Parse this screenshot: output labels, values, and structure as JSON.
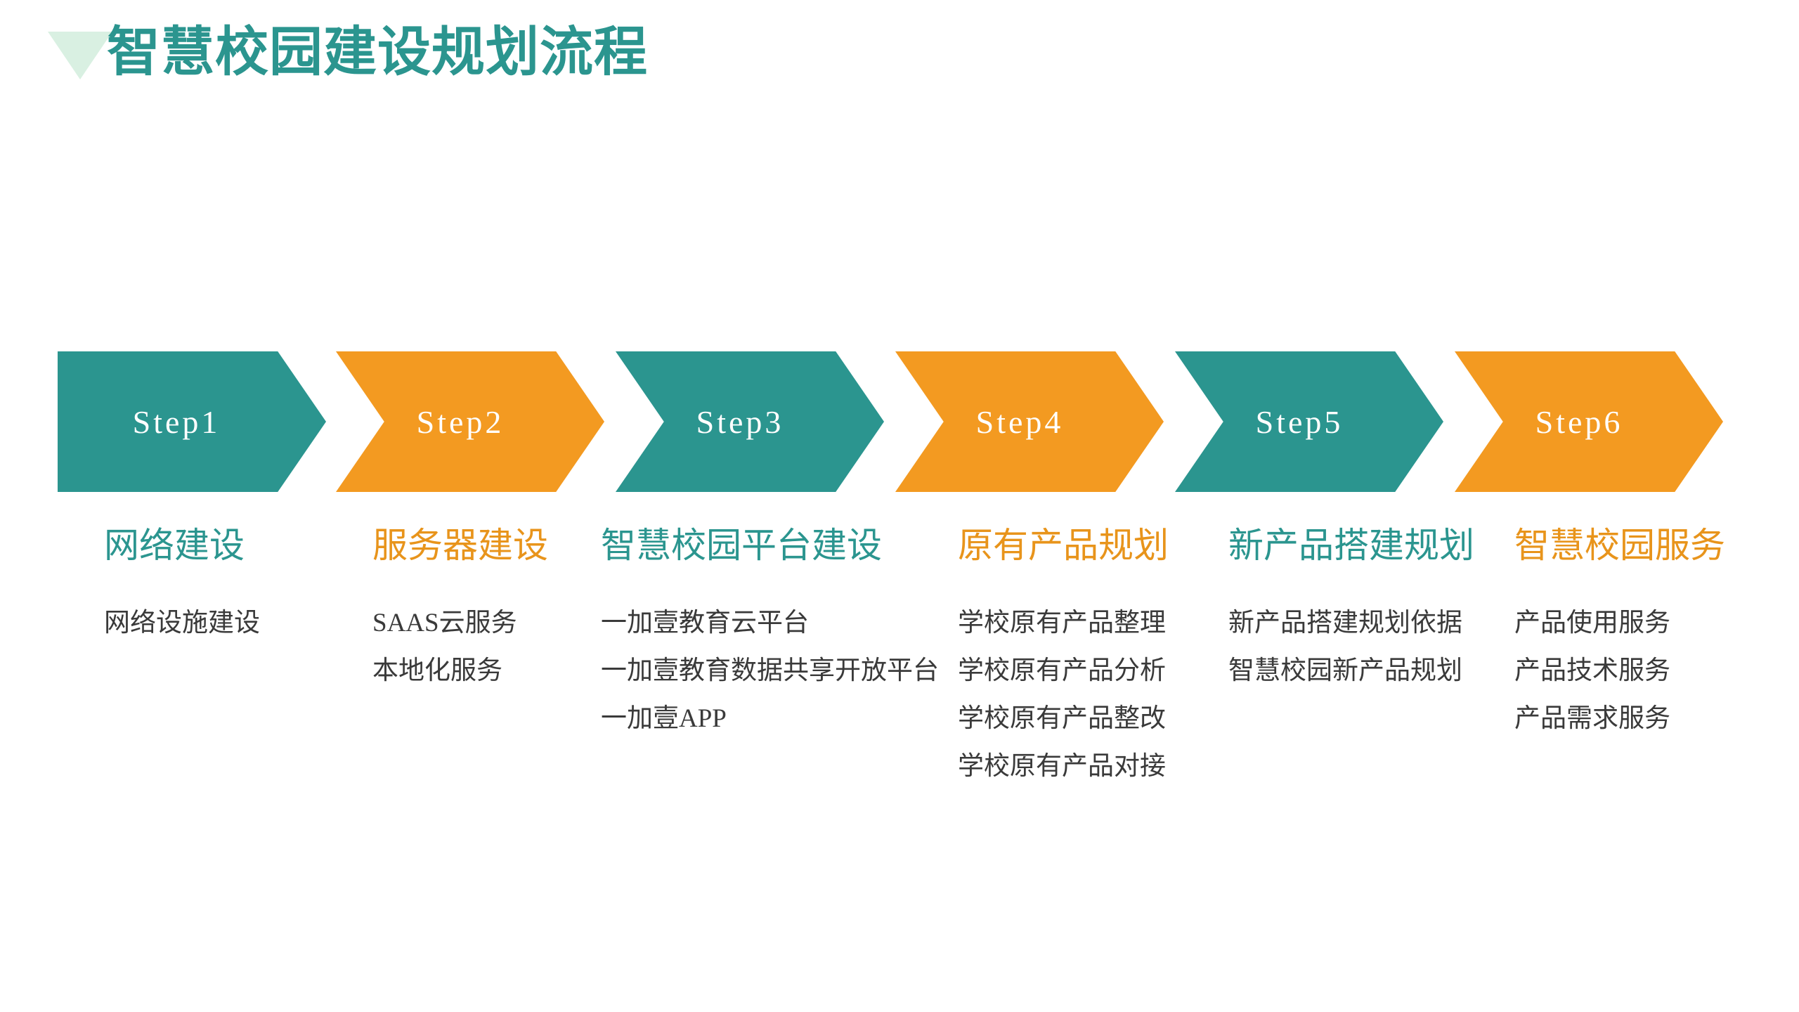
{
  "slide": {
    "title": "智慧校园建设规划流程",
    "background": "#ffffff"
  },
  "colors": {
    "teal": "#2B958F",
    "orange": "#F39A21",
    "heading_orange": "#E8941B",
    "triangle": "#d9f0e2",
    "body_text": "#3a3a3a",
    "chevron_label": "#ffffff"
  },
  "steps": [
    {
      "badge": "Step1",
      "badge_color": "#2B958F",
      "heading": "网络建设",
      "heading_color": "#2B958F",
      "items": [
        "网络设施建设"
      ]
    },
    {
      "badge": "Step2",
      "badge_color": "#F39A21",
      "heading": "服务器建设",
      "heading_color": "#E8941B",
      "items": [
        "SAAS云服务",
        "本地化服务"
      ]
    },
    {
      "badge": "Step3",
      "badge_color": "#2B958F",
      "heading": "智慧校园平台建设",
      "heading_color": "#2B958F",
      "items": [
        "一加壹教育云平台",
        "一加壹教育数据共享开放平台",
        "一加壹APP"
      ]
    },
    {
      "badge": "Step4",
      "badge_color": "#F39A21",
      "heading": "原有产品规划",
      "heading_color": "#E8941B",
      "items": [
        "学校原有产品整理",
        "学校原有产品分析",
        "学校原有产品整改",
        "学校原有产品对接"
      ]
    },
    {
      "badge": "Step5",
      "badge_color": "#2B958F",
      "heading": "新产品搭建规划",
      "heading_color": "#2B958F",
      "items": [
        "新产品搭建规划依据",
        "智慧校园新产品规划"
      ]
    },
    {
      "badge": "Step6",
      "badge_color": "#F39A21",
      "heading": "智慧校园服务",
      "heading_color": "#E8941B",
      "items": [
        "产品使用服务",
        "产品技术服务",
        "产品需求服务"
      ]
    }
  ],
  "layout": {
    "chevron_left_positions": [
      82,
      478,
      876,
      1274,
      1672,
      2070
    ],
    "column_left_positions": [
      148,
      530,
      855,
      1363,
      1748,
      2155
    ]
  }
}
